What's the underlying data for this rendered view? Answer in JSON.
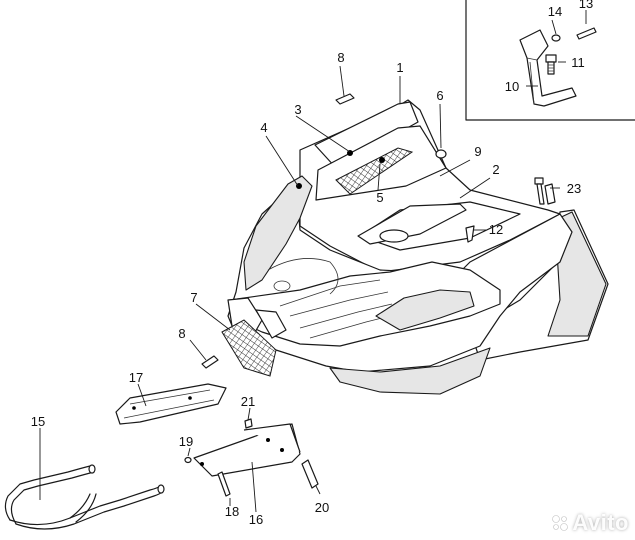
{
  "callouts": [
    "1",
    "2",
    "3",
    "4",
    "5",
    "6",
    "7",
    "8",
    "9",
    "10",
    "11",
    "12",
    "13",
    "14",
    "15",
    "16",
    "17",
    "18",
    "19",
    "20",
    "21",
    "23"
  ],
  "watermark": {
    "brand": "Avito",
    "icon": "avito-logo-icon"
  }
}
